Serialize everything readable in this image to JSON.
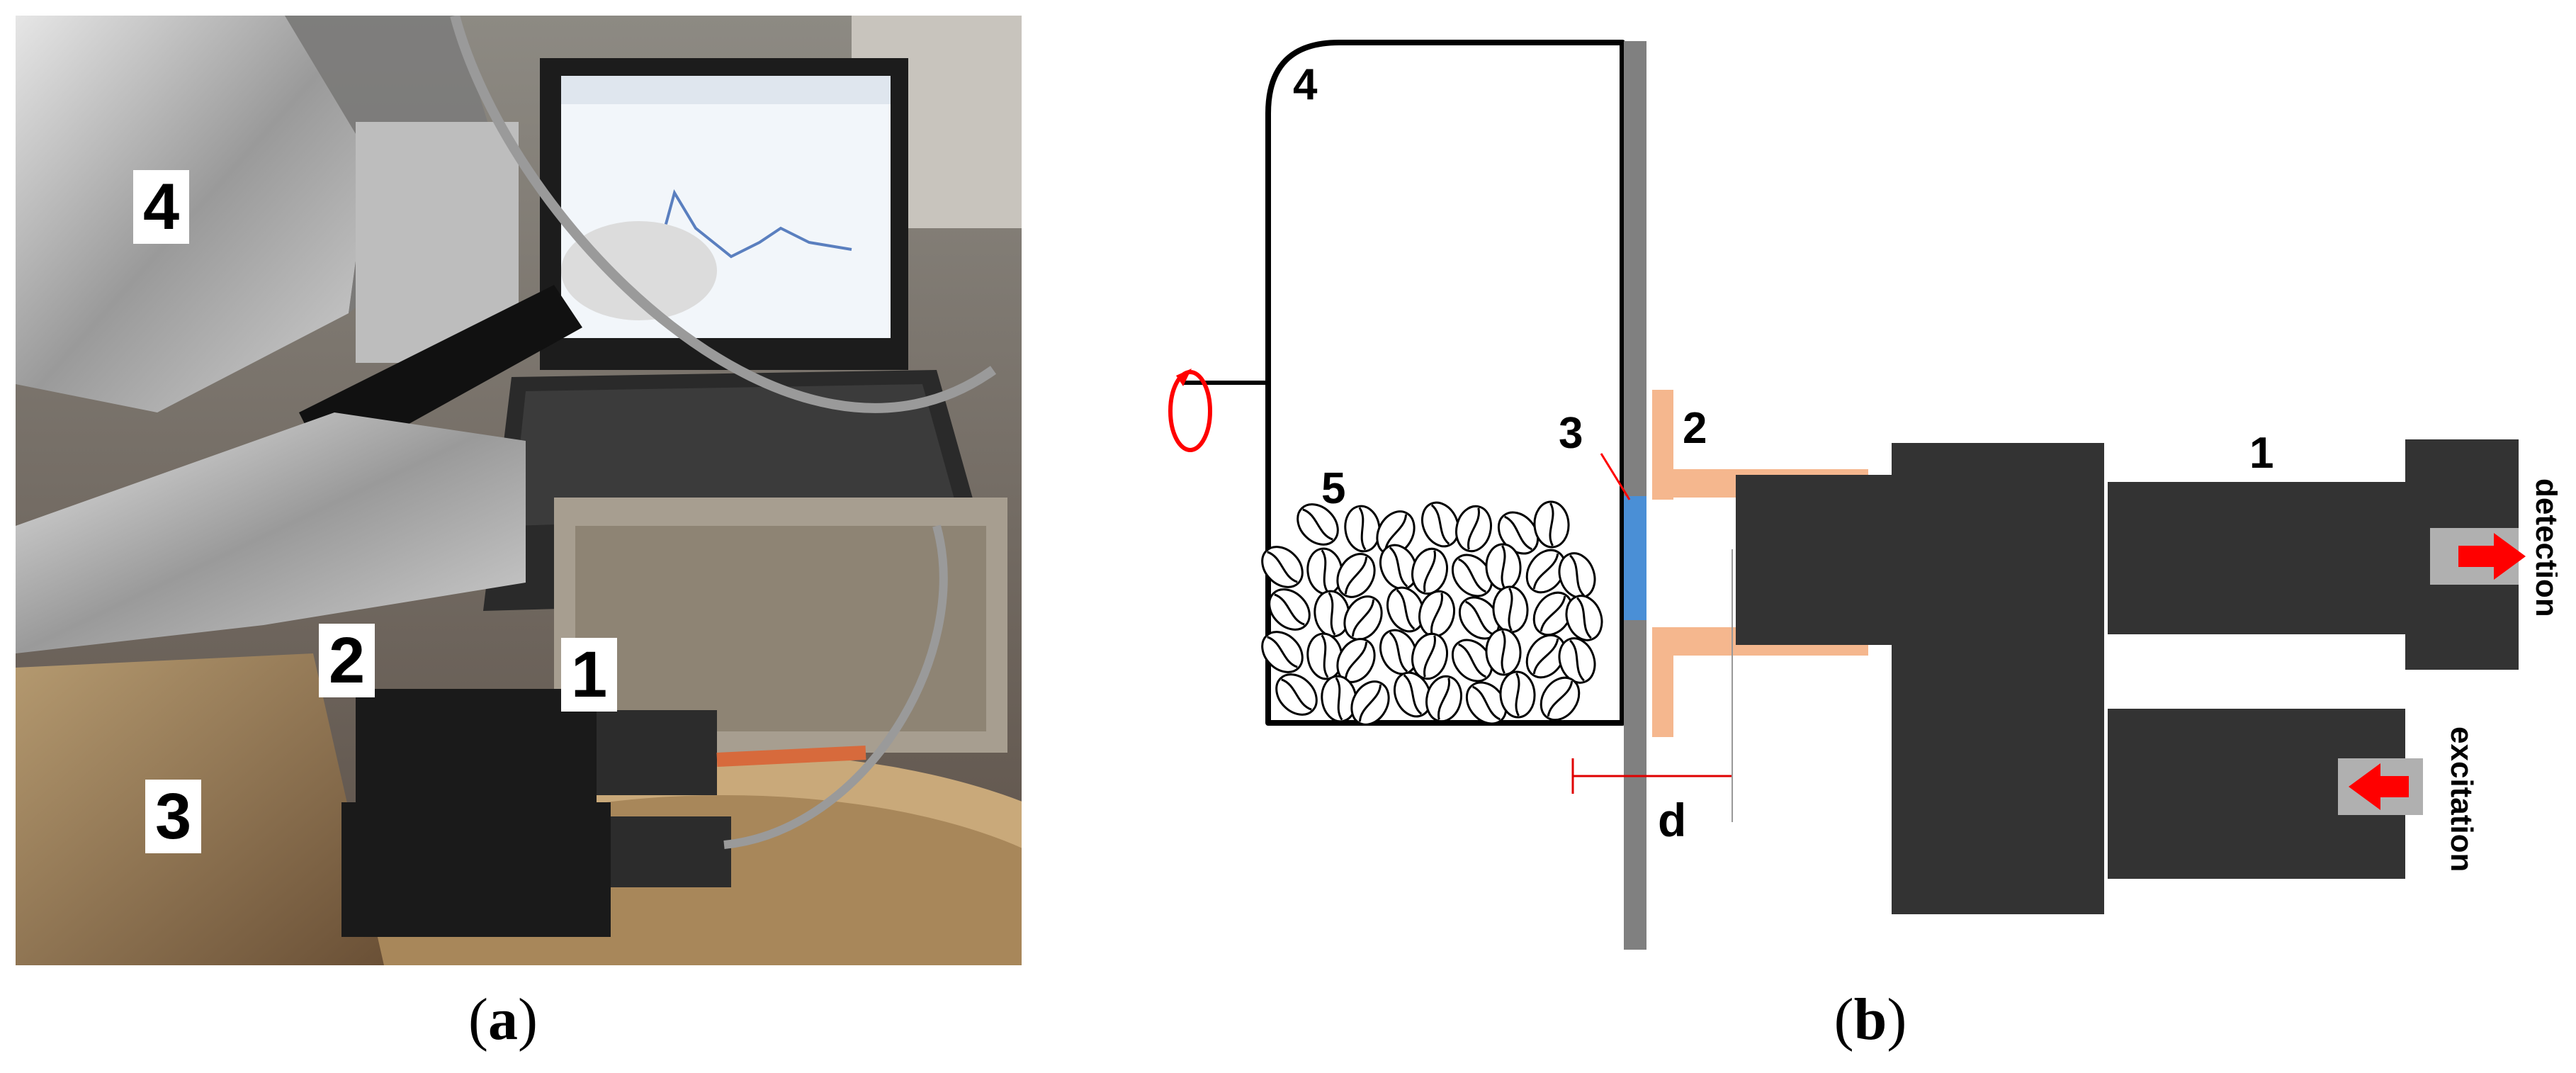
{
  "figure": {
    "caption_a": "a",
    "caption_b": "b",
    "photo": {
      "description_labels": [
        "4",
        "2",
        "1",
        "3"
      ],
      "label_1": "1",
      "label_2": "2",
      "label_3": "3",
      "label_4": "4"
    },
    "diagram": {
      "label_1": "1",
      "label_2": "2",
      "label_3": "3",
      "label_4": "4",
      "label_5": "5",
      "label_d": "d",
      "detection_label": "detection",
      "excitation_label": "excitation"
    }
  },
  "colors": {
    "dark_block": "#333333",
    "wall_gray": "#808080",
    "window_blue": "#4a8fd6",
    "holder_peach": "#f5b78e",
    "arrow_red": "#ff0000",
    "port_gray": "#b0b0b0"
  }
}
